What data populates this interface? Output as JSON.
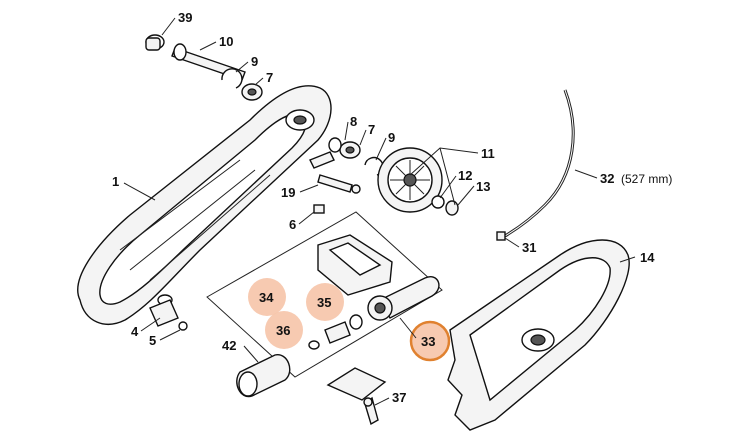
{
  "diagram": {
    "callouts": [
      {
        "id": "39",
        "text": "39"
      },
      {
        "id": "10",
        "text": "10"
      },
      {
        "id": "9a",
        "text": "9"
      },
      {
        "id": "7a",
        "text": "7"
      },
      {
        "id": "8",
        "text": "8"
      },
      {
        "id": "7b",
        "text": "7"
      },
      {
        "id": "9b",
        "text": "9"
      },
      {
        "id": "1",
        "text": "1"
      },
      {
        "id": "19",
        "text": "19"
      },
      {
        "id": "6",
        "text": "6"
      },
      {
        "id": "11",
        "text": "11"
      },
      {
        "id": "12",
        "text": "12"
      },
      {
        "id": "13",
        "text": "13"
      },
      {
        "id": "32",
        "text": "32"
      },
      {
        "id": "31",
        "text": "31"
      },
      {
        "id": "14",
        "text": "14"
      },
      {
        "id": "34",
        "text": "34"
      },
      {
        "id": "35",
        "text": "35"
      },
      {
        "id": "36",
        "text": "36"
      },
      {
        "id": "33",
        "text": "33"
      },
      {
        "id": "4",
        "text": "4"
      },
      {
        "id": "5",
        "text": "5"
      },
      {
        "id": "42",
        "text": "42"
      },
      {
        "id": "37",
        "text": "37"
      }
    ],
    "part_32_length": "(527 mm)",
    "highlight_color": "#f6c4a8",
    "selected_ring_color": "#e0812f"
  }
}
